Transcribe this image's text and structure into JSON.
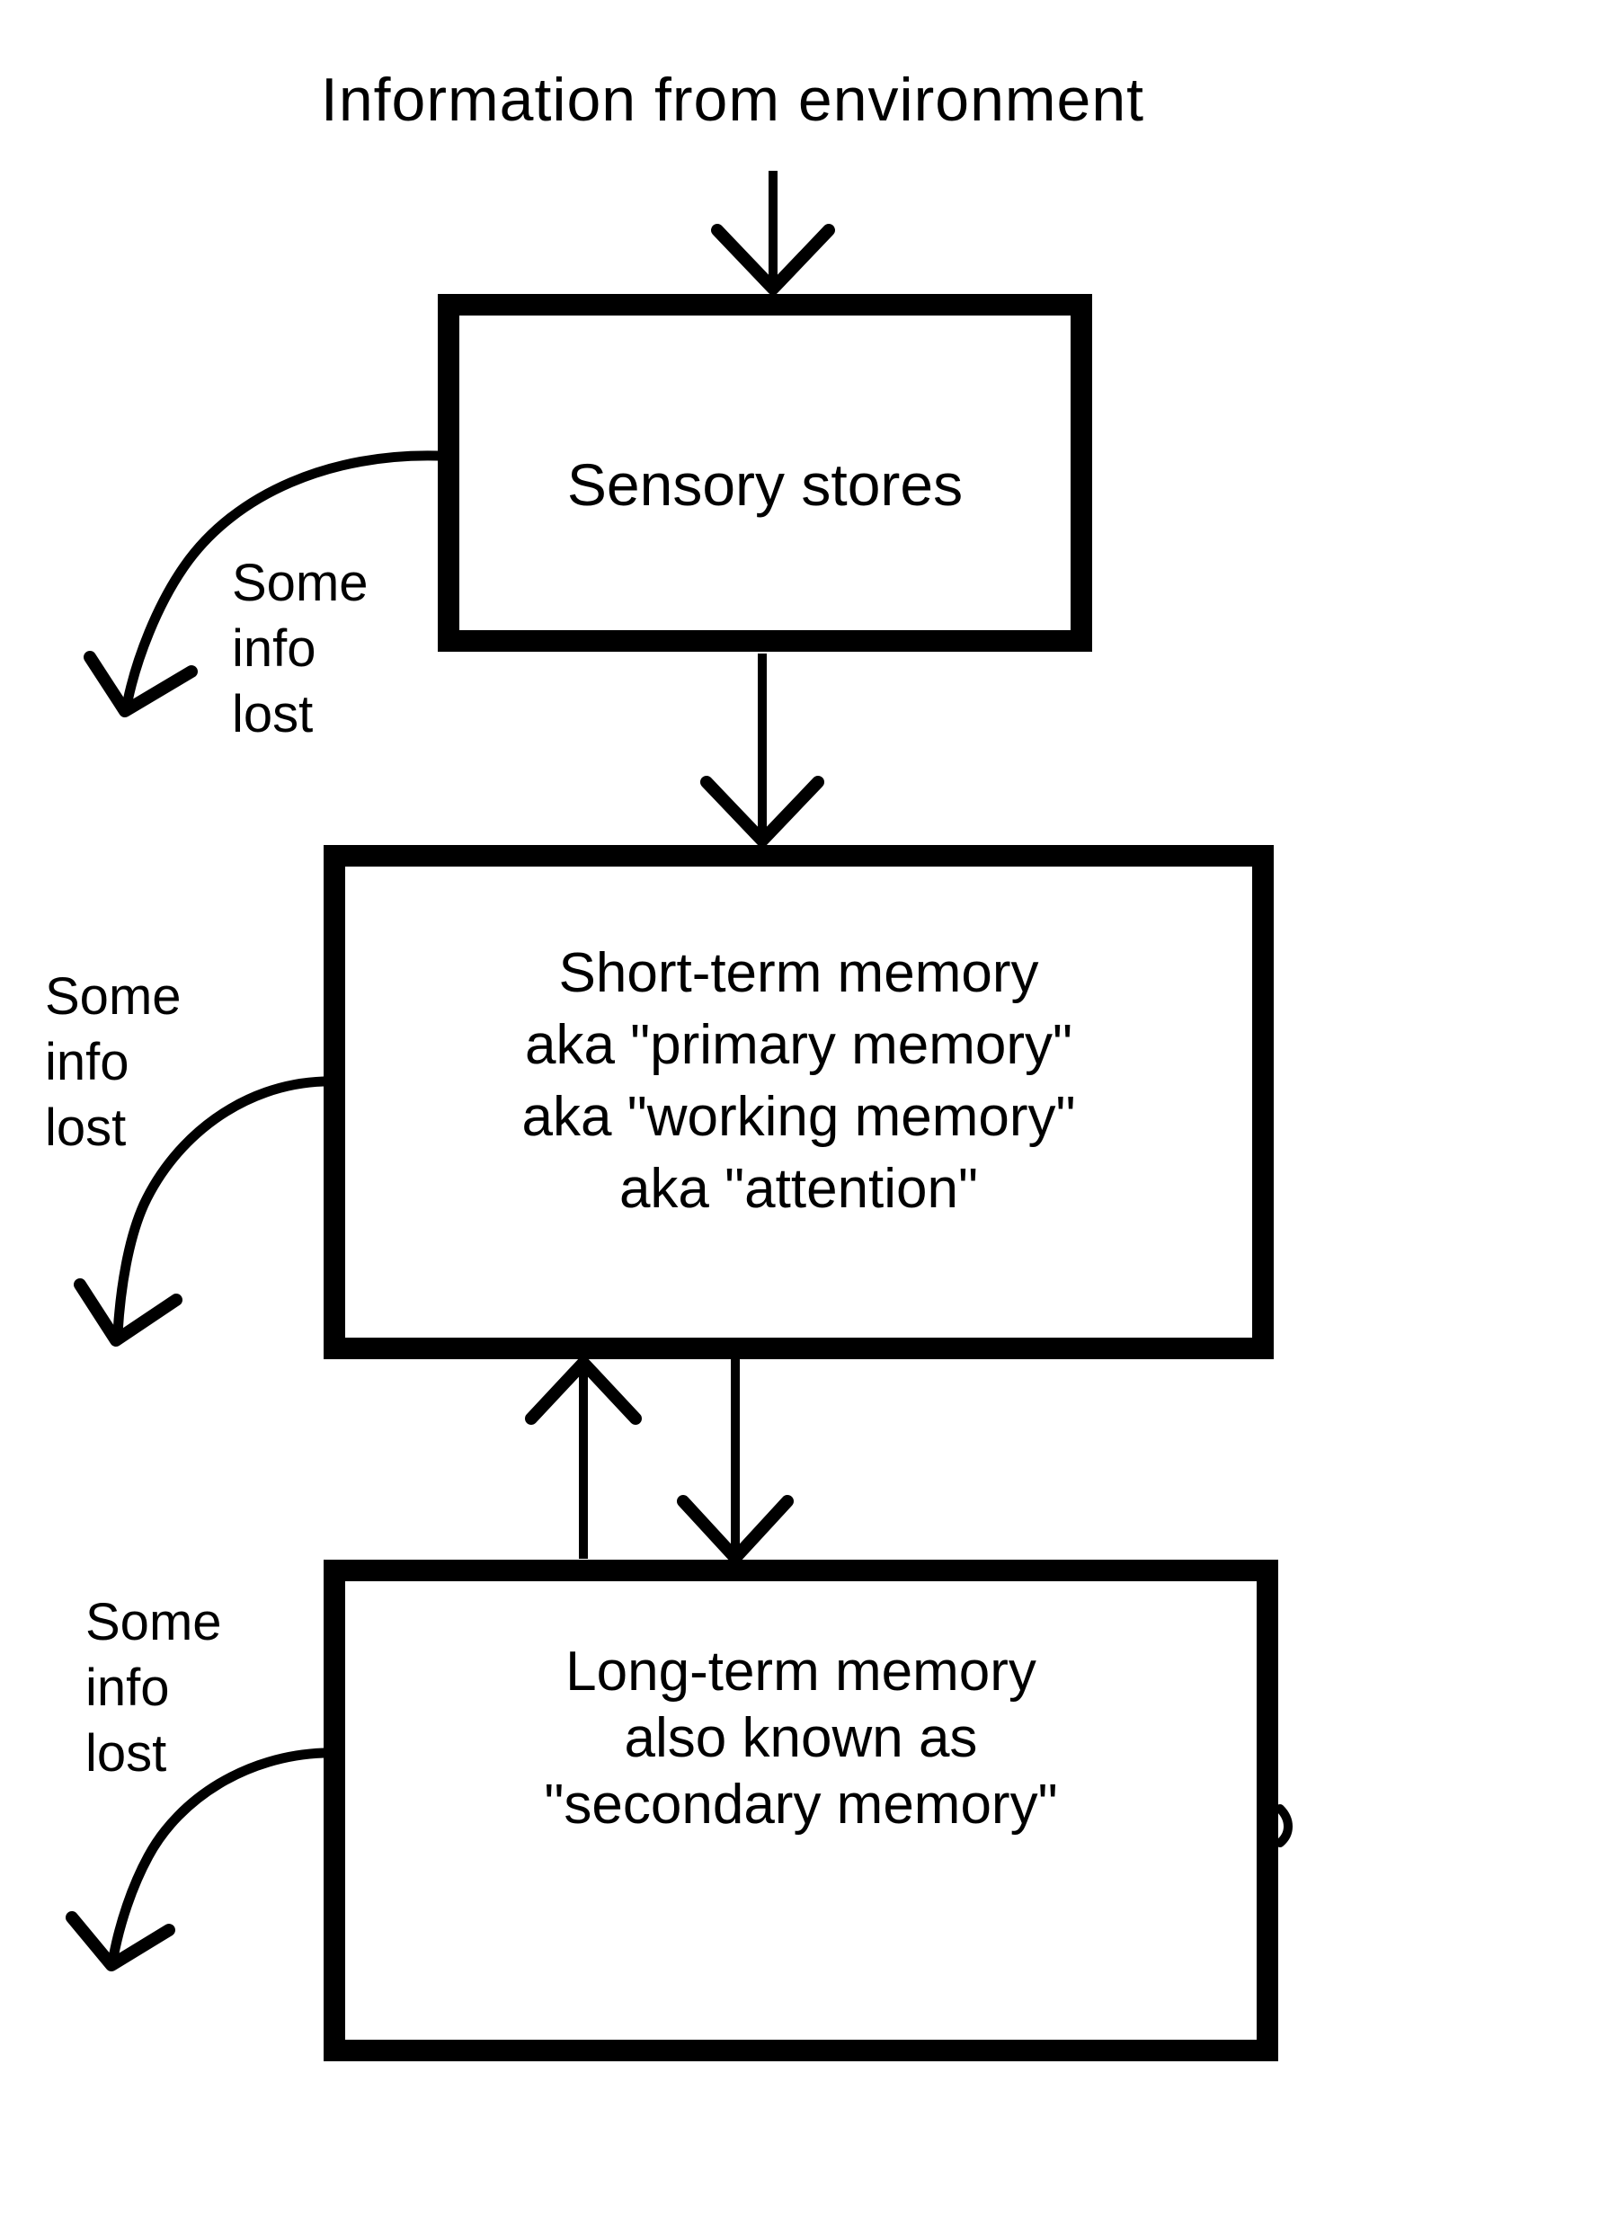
{
  "diagram": {
    "title": "Information from environment",
    "boxes": {
      "sensory": {
        "label": "Sensory stores"
      },
      "stm": {
        "lines": [
          "Short-term memory",
          "aka \"primary memory\"",
          "aka \"working memory\"",
          "aka \"attention\""
        ]
      },
      "ltm": {
        "lines": [
          "Long-term memory",
          "also known as",
          "\"secondary memory\""
        ]
      }
    },
    "loss_labels": {
      "sensory": {
        "lines": [
          "Some",
          "info",
          "lost"
        ]
      },
      "stm": {
        "lines": [
          "Some",
          "info",
          "lost"
        ]
      },
      "ltm": {
        "lines": [
          "Some",
          "info",
          "lost"
        ]
      }
    },
    "arrows": {
      "env_to_sensory": "environment to sensory stores",
      "sensory_to_stm": "sensory stores to short-term memory",
      "stm_to_ltm": "short-term memory to long-term memory",
      "ltm_to_stm": "long-term memory to short-term memory",
      "sensory_loss": "info lost from sensory stores",
      "stm_loss": "info lost from short-term memory",
      "ltm_loss": "info lost from long-term memory"
    },
    "colors": {
      "ink": "#000000",
      "paper": "#ffffff"
    }
  }
}
